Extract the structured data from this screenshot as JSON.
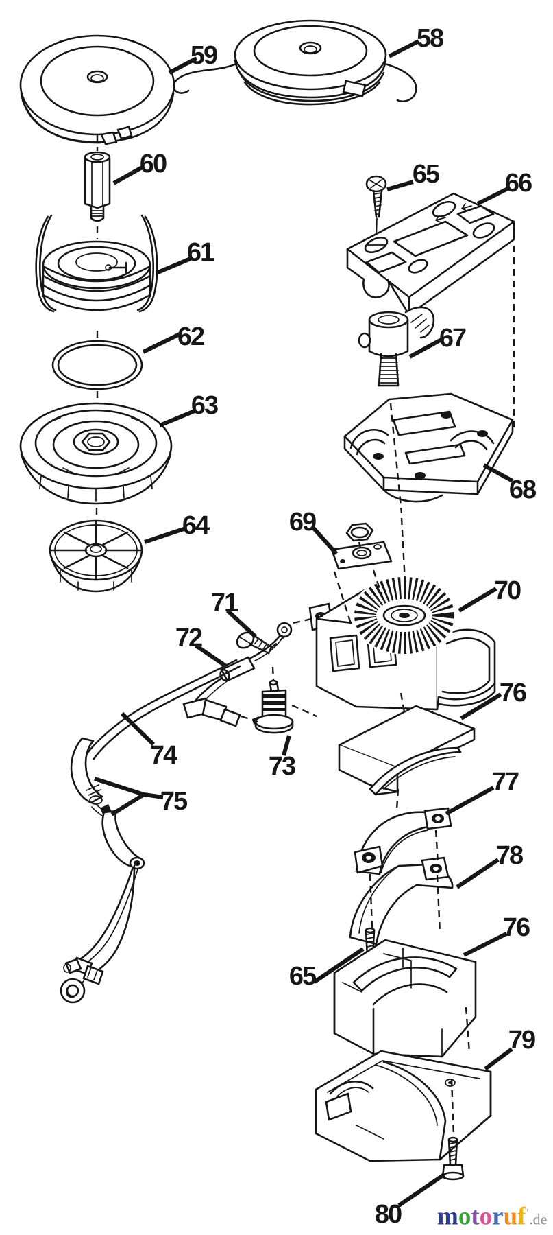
{
  "diagram": {
    "kind": "exploded-parts-diagram",
    "background": "#ffffff",
    "line_color": "#161616"
  },
  "callouts": [
    {
      "label": "59"
    },
    {
      "label": "58"
    },
    {
      "label": "60"
    },
    {
      "label": "61"
    },
    {
      "label": "62"
    },
    {
      "label": "63"
    },
    {
      "label": "64"
    },
    {
      "label": "65"
    },
    {
      "label": "66"
    },
    {
      "label": "67"
    },
    {
      "label": "68"
    },
    {
      "label": "69"
    },
    {
      "label": "70"
    },
    {
      "label": "71"
    },
    {
      "label": "72"
    },
    {
      "label": "73"
    },
    {
      "label": "74"
    },
    {
      "label": "75"
    },
    {
      "label": "76"
    },
    {
      "label": "77"
    },
    {
      "label": "78"
    },
    {
      "label": "65"
    },
    {
      "label": "76"
    },
    {
      "label": "79"
    },
    {
      "label": "80"
    }
  ],
  "logo": {
    "letters": [
      {
        "ch": "m",
        "color": "#2e3d92"
      },
      {
        "ch": "o",
        "color": "#3fa13c"
      },
      {
        "ch": "t",
        "color": "#7e57a5"
      },
      {
        "ch": "o",
        "color": "#e0529e"
      },
      {
        "ch": "r",
        "color": "#4069b3"
      },
      {
        "ch": "u",
        "color": "#ef8d20"
      },
      {
        "ch": "f",
        "color": "#edb51f"
      }
    ],
    "mark": "’",
    "mark_color": "#b0b0b0",
    "suffix": ".de",
    "suffix_color": "#8f8f8f"
  }
}
